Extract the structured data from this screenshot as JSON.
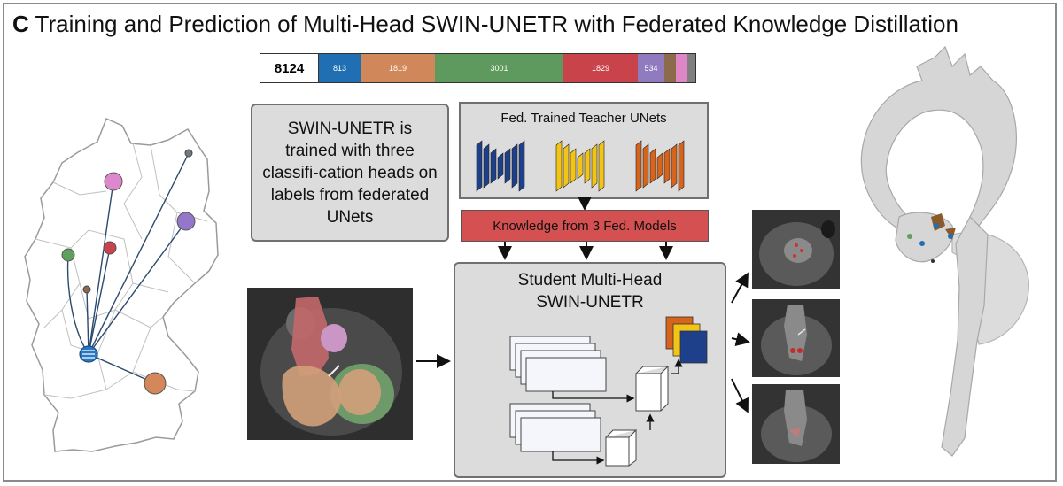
{
  "title": {
    "letter": "C",
    "text": "Training and Prediction of Multi-Head SWIN-UNETR with Federated Knowledge Distillation"
  },
  "label_counts": {
    "total": "8124",
    "segments": [
      {
        "value": 813,
        "label": "813",
        "color": "#1f6fb2",
        "width": 47
      },
      {
        "value": 1819,
        "label": "1819",
        "color": "#d0875a",
        "width": 84
      },
      {
        "value": 3001,
        "label": "3001",
        "color": "#5e9a5e",
        "width": 145
      },
      {
        "value": 1829,
        "label": "1829",
        "color": "#c9434a",
        "width": 84
      },
      {
        "value": 534,
        "label": "534",
        "color": "#8f7bbd",
        "width": 30
      },
      {
        "value": null,
        "label": "",
        "color": "#8c6a4c",
        "width": 13
      },
      {
        "value": null,
        "label": "",
        "color": "#df86c6",
        "width": 12
      },
      {
        "value": null,
        "label": "",
        "color": "#7f7f7f",
        "width": 10
      }
    ]
  },
  "info_box": {
    "text": "SWIN-UNETR is trained with three classifi-cation heads on labels from federated UNets"
  },
  "teacher_box": {
    "title": "Fed. Trained Teacher UNets",
    "colors": [
      "#1e3f8a",
      "#f2c418",
      "#d5641c"
    ]
  },
  "knowledge_box": {
    "text": "Knowledge from 3 Fed. Models"
  },
  "student_box": {
    "title_line1": "Student Multi-Head",
    "title_line2": "SWIN-UNETR",
    "head_colors": [
      "#d5641c",
      "#f2c418",
      "#1e3f8a"
    ]
  },
  "map_sites": [
    {
      "name": "site-pink",
      "color": "#dd88cc"
    },
    {
      "name": "site-purple",
      "color": "#9477c9"
    },
    {
      "name": "site-red",
      "color": "#c8434b"
    },
    {
      "name": "site-green",
      "color": "#5fa05f"
    },
    {
      "name": "site-brown",
      "color": "#8c6a4c"
    },
    {
      "name": "site-gray",
      "color": "#707a80"
    },
    {
      "name": "site-orange",
      "color": "#d4875a"
    }
  ],
  "server_color": "#2a78c4"
}
